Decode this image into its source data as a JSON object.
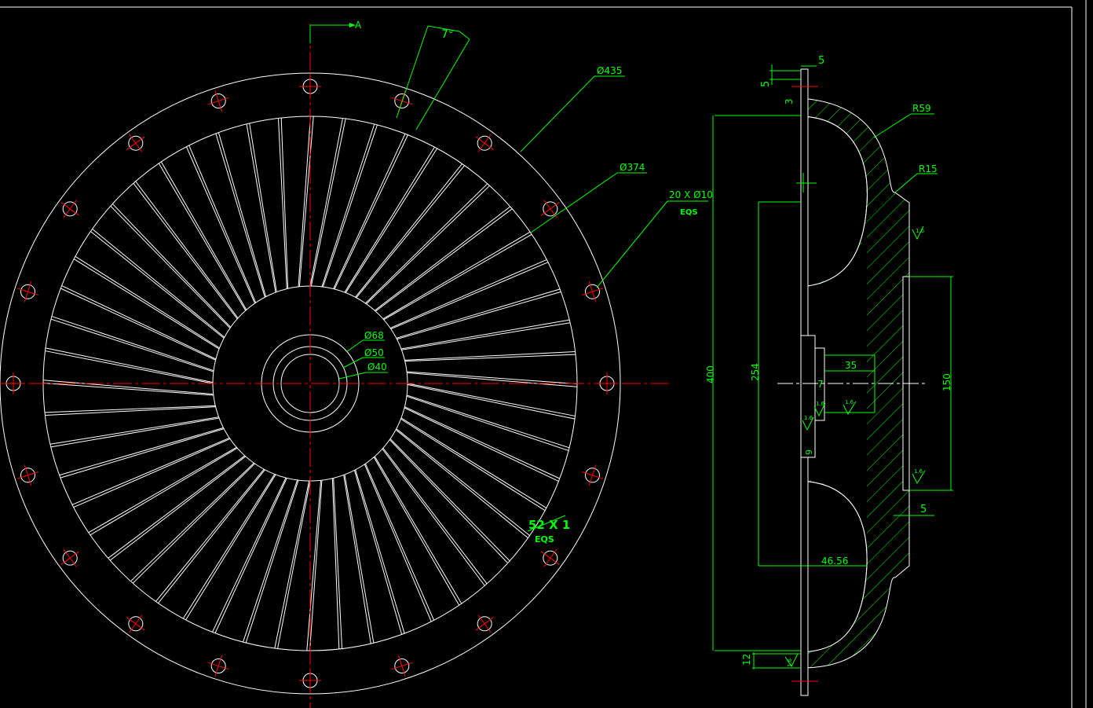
{
  "colors": {
    "background": "#000000",
    "geometry": "#ffffff",
    "dimension": "#00ff00",
    "centerline": "#ff0000"
  },
  "front_view": {
    "section_marker": "A",
    "angle_label": "7°",
    "outer_dia_label": "Ø435",
    "inner_dia_label": "Ø374",
    "bolt_count_label": "20 X Ø10",
    "bolt_eqs_label": "EQS",
    "blade_count_label": "52 X 1",
    "blade_eqs_label": "EQS",
    "hub_dia_label": "Ø68",
    "bore_outer_label": "Ø50",
    "bore_inner_label": "Ø40",
    "blade_count": 52,
    "bolt_hole_count": 20
  },
  "side_view": {
    "dim_top_5": "5",
    "dim_top_5b": "5",
    "dim_top_3": "3",
    "radius_59": "R59",
    "radius_15": "R15",
    "dim_400": "400",
    "dim_254": "254",
    "dim_150": "150",
    "dim_35": "35",
    "dim_7": "7",
    "dim_9": "9",
    "dim_46_56": "46.56",
    "dim_5_bottom": "5",
    "dim_12": "12",
    "roughness": [
      "1.6",
      "1.6",
      "1.6",
      "1.6",
      "1.6",
      "1.6"
    ]
  }
}
